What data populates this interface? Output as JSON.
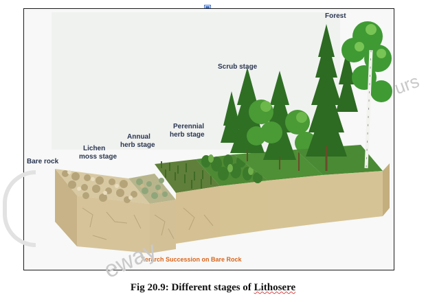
{
  "figure": {
    "labels": {
      "bare_rock": "Bare rock",
      "lichen_1": "Lichen",
      "lichen_2": "moss stage",
      "annual_1": "Annual",
      "annual_2": "herb stage",
      "perennial_1": "Perennial",
      "perennial_2": "herb stage",
      "scrub": "Scrub stage",
      "forest": "Forest"
    },
    "inner_caption": "Xerarch Succession on Bare Rock"
  },
  "caption": {
    "prefix": "Fig 20.9: Different stages of ",
    "term": "Lithosere"
  },
  "watermark": {
    "left": "eway",
    "right": "urs"
  }
}
